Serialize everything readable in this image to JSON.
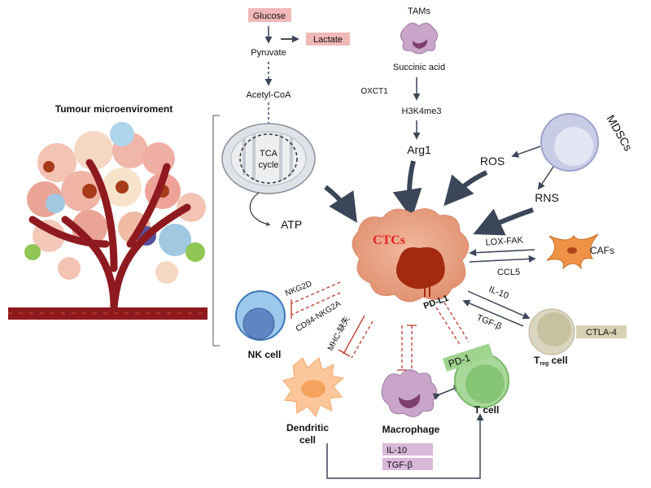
{
  "title": "Tumour microenviroment",
  "metabolism": {
    "glucose": "Glucose",
    "lactate": "Lactate",
    "pyruvate": "Pyruvate",
    "acetyl_coa": "Acetyl-CoA",
    "tca_line1": "TCA",
    "tca_line2": "cycle",
    "atp": "ATP"
  },
  "tams": {
    "label": "TAMs",
    "succinic": "Succinic acid",
    "oxct1": "OXCT1",
    "h3k4me3": "H3K4me3",
    "arg1": "Arg1"
  },
  "mdsc": {
    "label": "MDSCs",
    "ros": "ROS",
    "rns": "RNS"
  },
  "ctc": {
    "label": "CTCs",
    "pdl1": "PD-L1"
  },
  "cafs": {
    "label": "CAFs",
    "lox_fak": "LOX-FAK",
    "ccl5": "CCL5"
  },
  "treg": {
    "label_main": "T",
    "label_sub": "reg",
    "label_cell": " cell",
    "il10": "IL-10",
    "tgfb": "TGF-β",
    "ctla4": "CTLA-4"
  },
  "nk": {
    "label": "NK cell",
    "nkg2d": "NKG2D",
    "cd94": "CD94-NKG2A",
    "mhc": "MHC-缺失"
  },
  "dendritic": {
    "line1": "Dendritic",
    "line2": "cell"
  },
  "macrophage": {
    "label": "Macrophage",
    "il10": "IL-10",
    "tgfb": "TGF-β"
  },
  "tcell": {
    "label": "T cell",
    "pd1": "PD-1"
  },
  "colors": {
    "pink_box": "#f2b8b8",
    "arrow": "#3b4658",
    "inhibit": "#c0392b",
    "ctc": "#e8a487",
    "ctc_nucleus": "#a32a0e",
    "vessel": "#8e1a1f",
    "purple_box": "#d9b8d9",
    "green_box": "#9fd48f",
    "ctla4_box": "#d6d2b4"
  }
}
